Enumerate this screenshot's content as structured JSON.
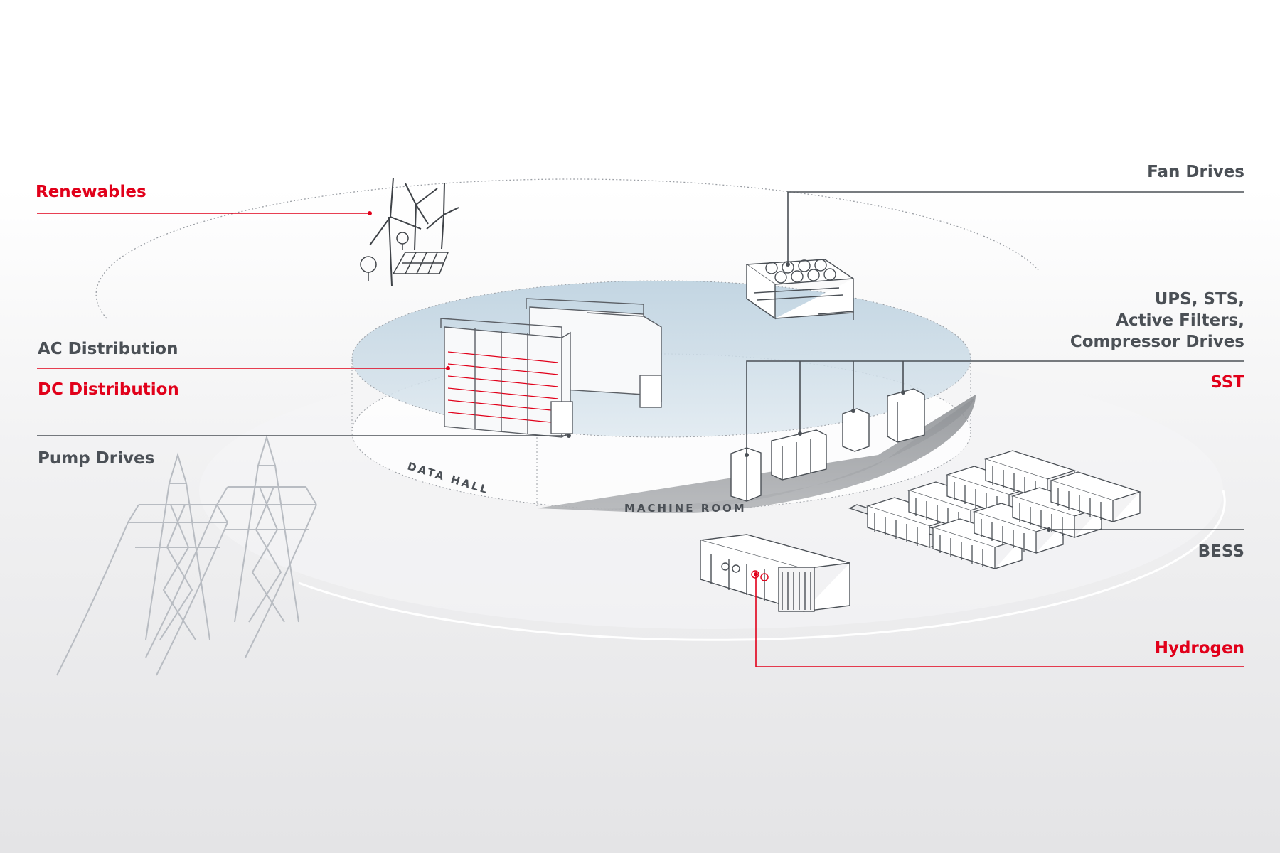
{
  "labels": {
    "renewables": "Renewables",
    "ac_distribution": "AC Distribution",
    "dc_distribution": "DC Distribution",
    "pump_drives": "Pump Drives",
    "fan_drives": "Fan Drives",
    "ups_line1": "UPS, STS,",
    "ups_line2": "Active Filters,",
    "ups_line3": "Compressor Drives",
    "sst": "SST",
    "bess": "BESS",
    "hydrogen": "Hydrogen"
  },
  "areas": {
    "data_hall": "DATA HALL",
    "machine_room": "MACHINE ROOM"
  },
  "colors": {
    "accent_red": "#e1001a",
    "label_gray": "#4b5056",
    "line_gray": "#4b5056",
    "sketch_gray": "#6c7076",
    "tower_gray": "#b8bcc2",
    "data_hall_blue": "#c4d7e4",
    "machine_room_floor": "#a3a5a9"
  },
  "icons": [
    "wind-turbine-icon",
    "solar-panel-icon",
    "tree-icon",
    "transmission-tower-icon",
    "cooling-unit-icon",
    "server-rack-icon",
    "cabinet-icon",
    "battery-container-icon",
    "electrolyzer-icon"
  ]
}
